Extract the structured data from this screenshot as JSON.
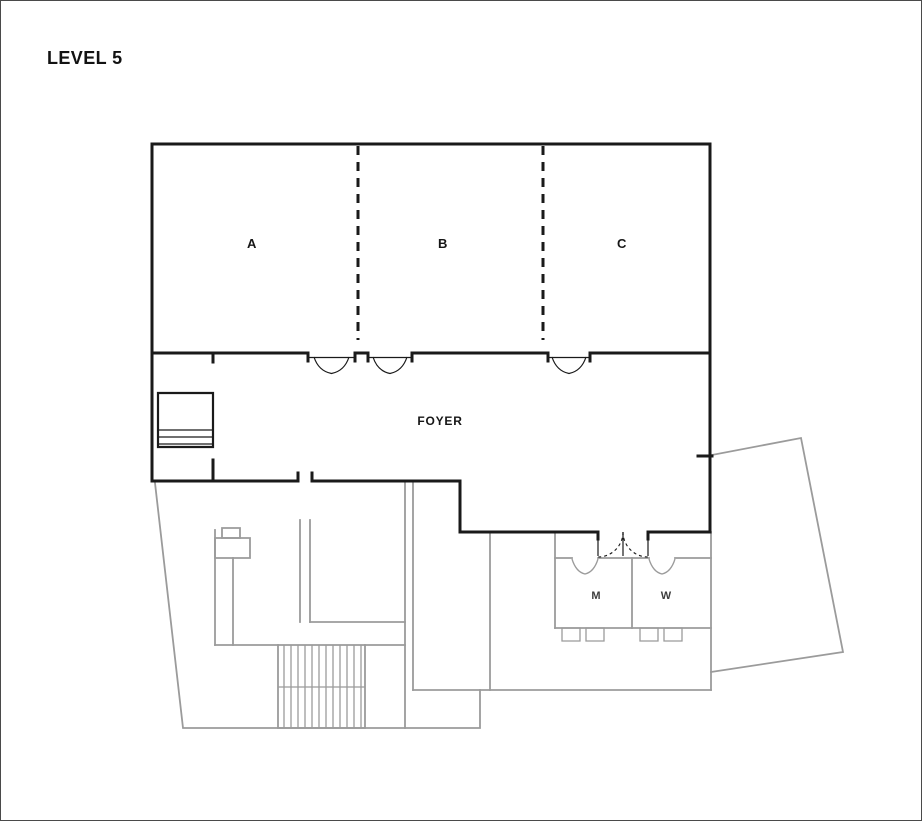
{
  "title": "LEVEL 5",
  "rooms": {
    "room_a": "A",
    "room_b": "B",
    "room_c": "C",
    "foyer": "FOYER",
    "mens_restroom": "M",
    "womens_restroom": "W"
  },
  "colors": {
    "wall": "#1a1a1a",
    "structure": "#9b9b9b",
    "background": "#ffffff"
  }
}
